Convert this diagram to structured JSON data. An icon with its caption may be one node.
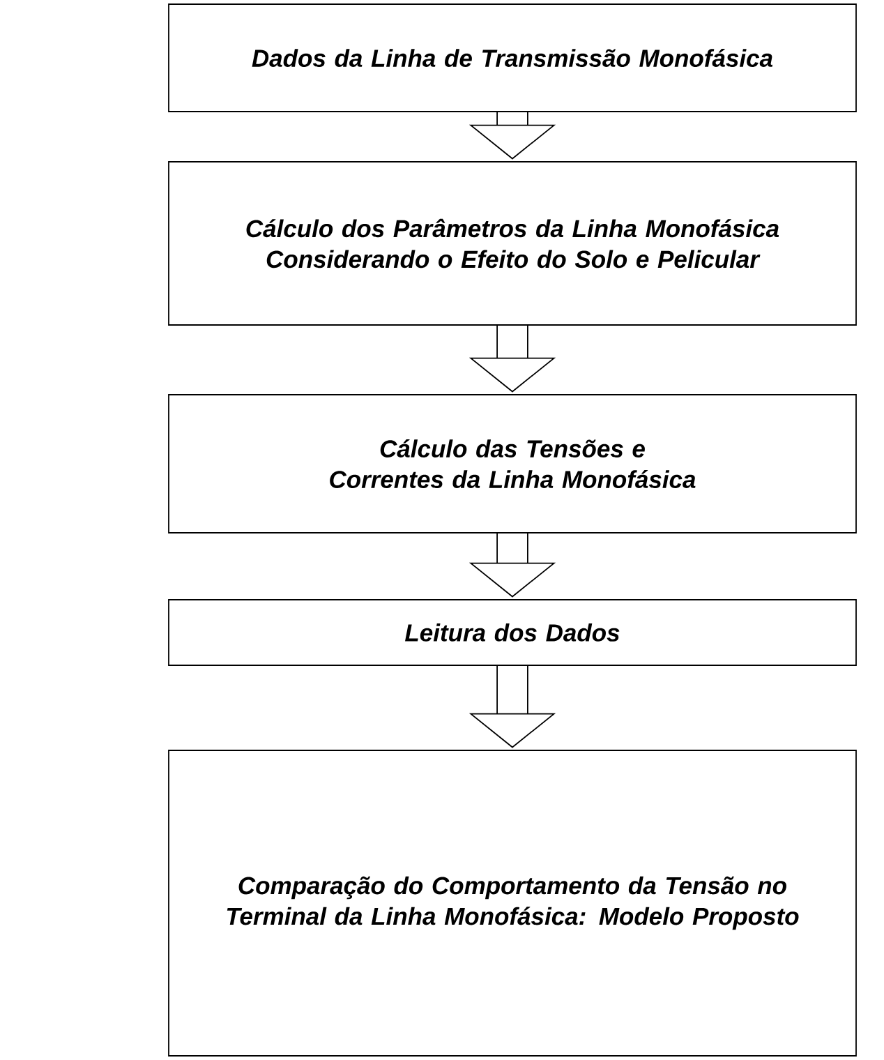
{
  "diagram": {
    "nodes": [
      {
        "text": [
          "Dados da Linha de Transmissão Monofásica"
        ]
      },
      {
        "text": [
          "Cálculo dos Parâmetros da Linha Monofásica Considerando o Efeito do Solo e Pelicular"
        ]
      },
      {
        "text": [
          "Cálculo das Tensões e Correntes da Linha Monofásica"
        ]
      },
      {
        "text": [
          "Leitura dos Dados"
        ]
      },
      {
        "text": [
          "Comparação do Comportamento da Tensão no Terminal da Linha Monofásica: Modelo Proposto"
        ]
      }
    ],
    "edges": [
      {
        "from": 0,
        "to": 1,
        "arrow": "to"
      },
      {
        "from": 1,
        "to": 2,
        "arrow": "to"
      },
      {
        "from": 2,
        "to": 3,
        "arrow": "to"
      },
      {
        "from": 3,
        "to": 4,
        "arrow": "to"
      }
    ]
  }
}
